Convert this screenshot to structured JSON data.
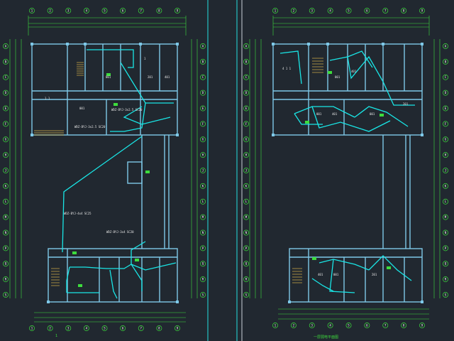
{
  "colors": {
    "background": "#212830",
    "wall": "#7ec8e8",
    "dimension": "#3ddc3d",
    "wiring": "#19e6e6",
    "stair": "#d9b24a",
    "sheet_border": "#22e0e0",
    "text": "#e8e8e8"
  },
  "left_sheet": {
    "room_labels": [
      "1 1",
      "001",
      "001",
      "1",
      "401",
      "201"
    ],
    "wiring_notes": [
      "WDZ-BYJ-3x2.5 SC20",
      "WDZ-BYJ-3x2.5 SC20",
      "WDZ-BYJ-4x4 SC25",
      "WDZ-BYJ-3x4 SC20"
    ],
    "bottom_label": "1"
  },
  "right_sheet": {
    "room_labels": [
      "4 1 1",
      "001",
      "401",
      "001",
      "401",
      "001",
      "201",
      "401",
      "001",
      "201"
    ],
    "bottom_label": "一层弱电平面图"
  },
  "axis_bubbles": {
    "top": [
      "1",
      "2",
      "3",
      "4",
      "5",
      "6",
      "7",
      "8",
      "9"
    ],
    "side": [
      "A",
      "B",
      "C",
      "D",
      "E",
      "F",
      "G",
      "H",
      "J",
      "K",
      "L",
      "M",
      "N",
      "P",
      "Q",
      "R",
      "S"
    ]
  }
}
